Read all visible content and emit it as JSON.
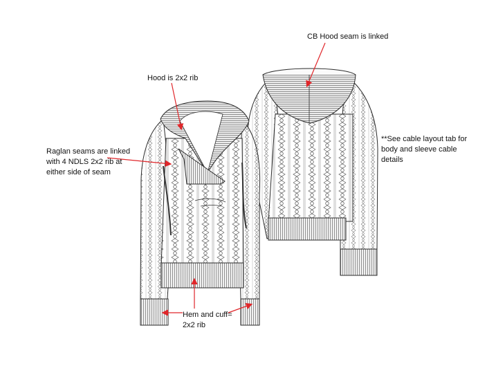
{
  "annotations": {
    "cb_hood": "CB Hood seam is linked",
    "hood_rib": "Hood is 2x2 rib",
    "raglan": "Raglan seams are linked with 4 NDLS 2x2 rib at either side of seam",
    "cable_note": "**See cable layout tab for body and sleeve cable details",
    "hem_cuff": "Hem and cuff= 2x2 rib"
  },
  "colors": {
    "arrow": "#e0262a",
    "outline": "#2a2a2a",
    "rib_fill": "#cfcfcf",
    "cable": "#777777"
  }
}
